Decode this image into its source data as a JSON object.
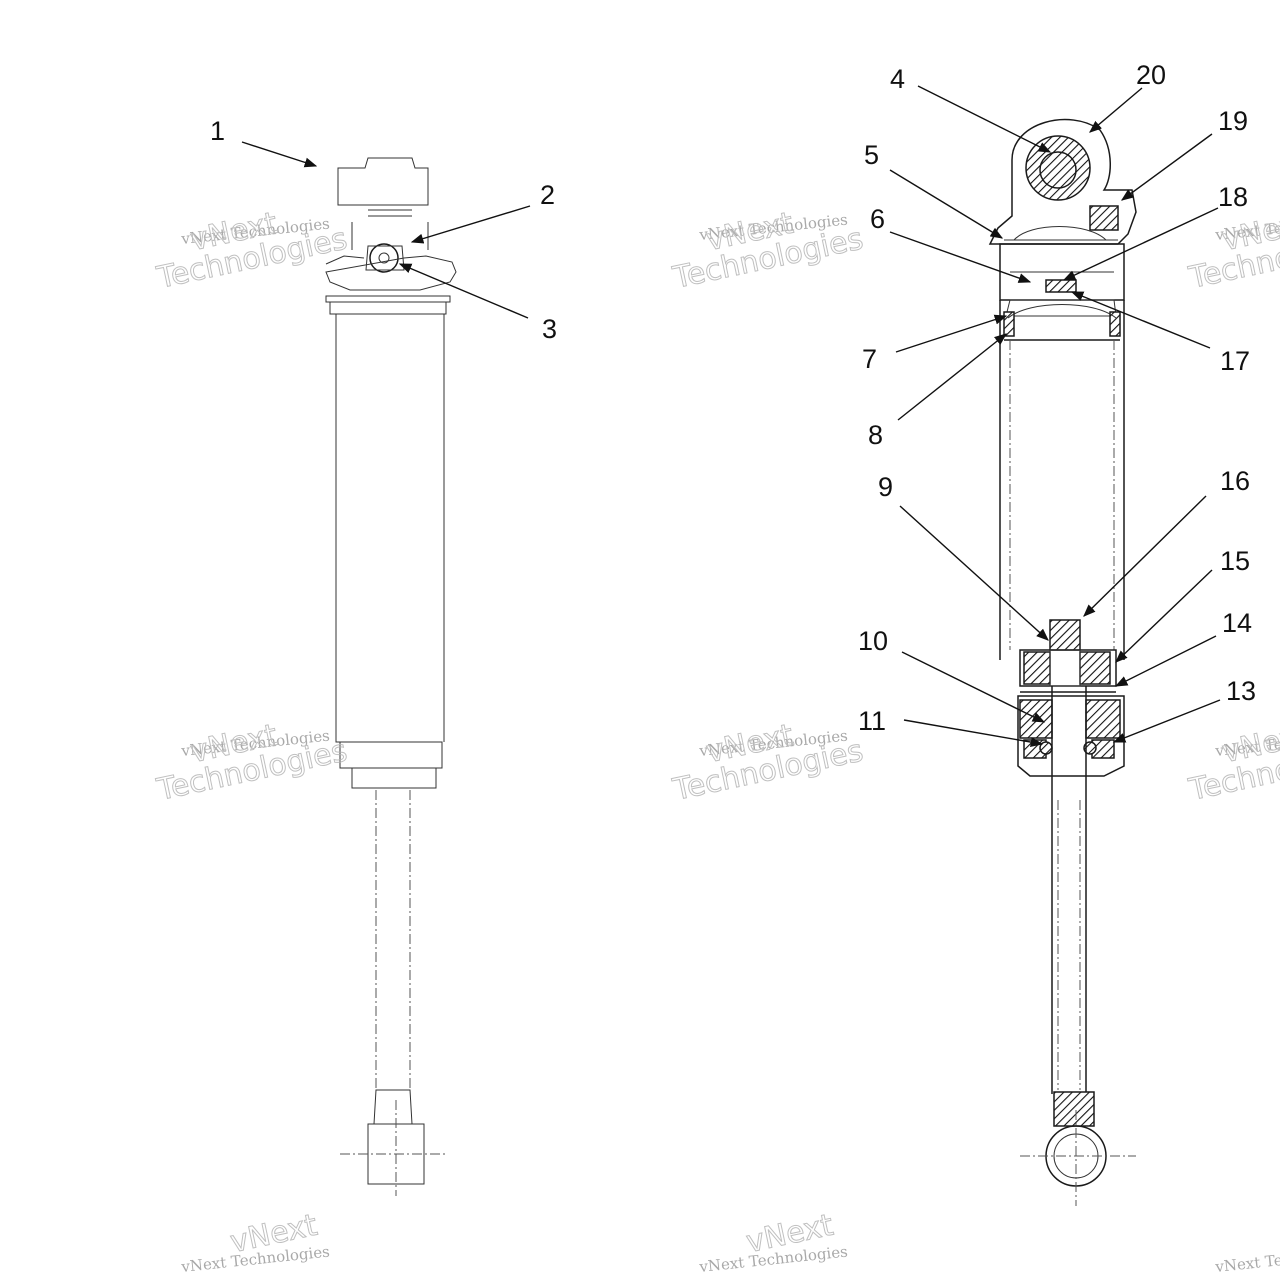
{
  "callouts": {
    "c1": "1",
    "c2": "2",
    "c3": "3",
    "c4": "4",
    "c5": "5",
    "c6": "6",
    "c7": "7",
    "c8": "8",
    "c9": "9",
    "c10": "10",
    "c11": "11",
    "c13": "13",
    "c14": "14",
    "c15": "15",
    "c16": "16",
    "c17": "17",
    "c18": "18",
    "c19": "19",
    "c20": "20"
  },
  "watermark": {
    "small": "vNext Technologies",
    "big_line1": "vNext",
    "big_line2": "Technologies"
  }
}
